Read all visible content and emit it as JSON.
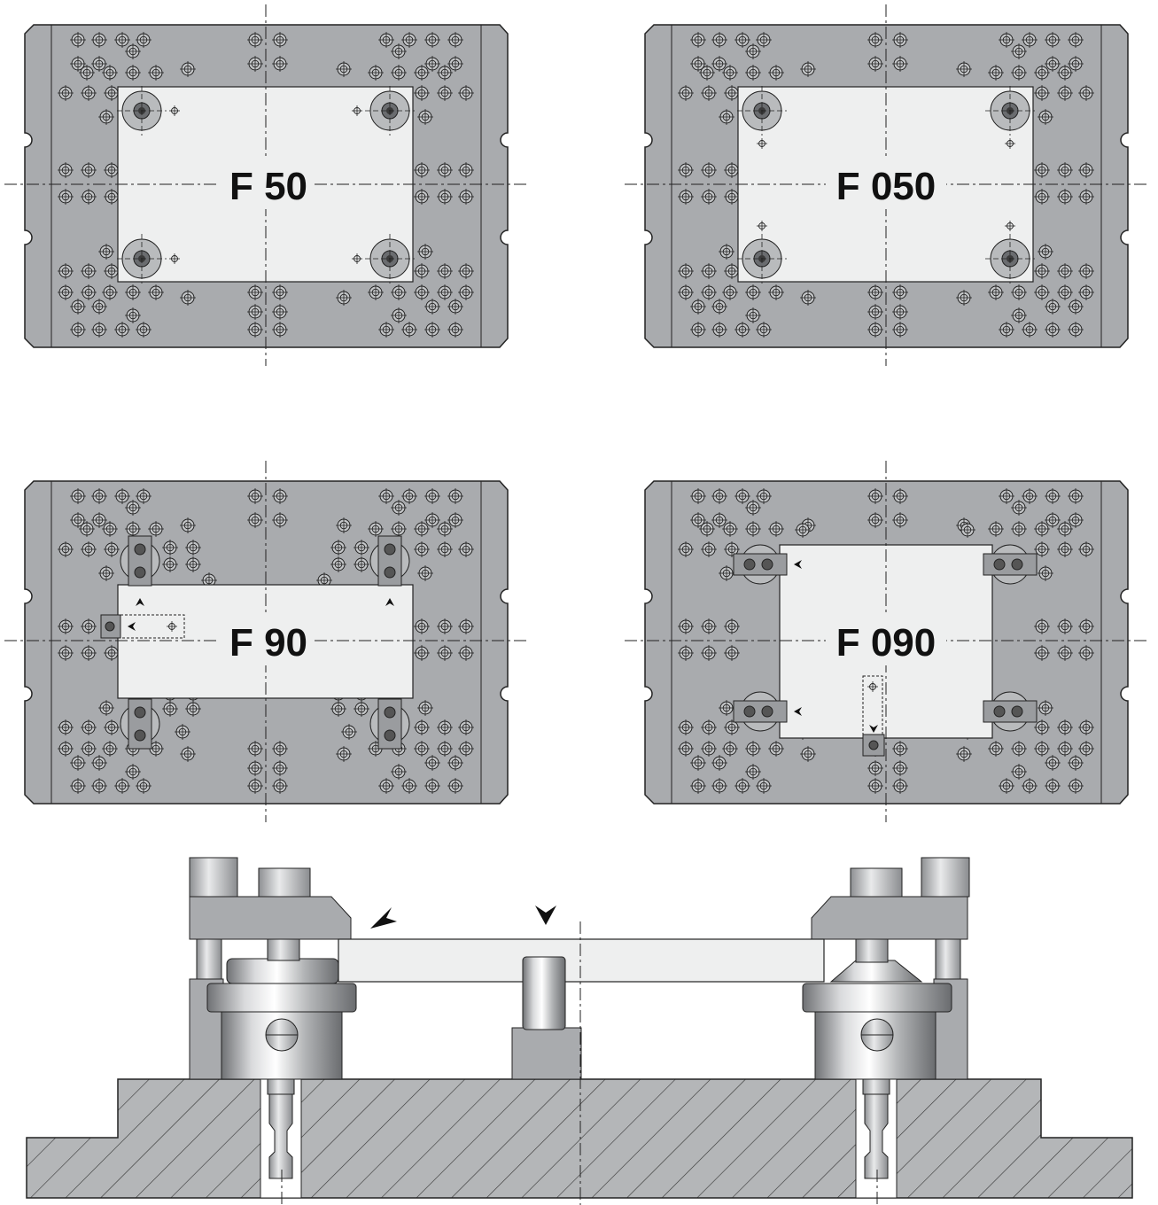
{
  "panels": [
    {
      "id": "f50",
      "label": "F 50"
    },
    {
      "id": "f050",
      "label": "F 050"
    },
    {
      "id": "f90",
      "label": "F 90"
    },
    {
      "id": "f090",
      "label": "F 090"
    }
  ],
  "colors": {
    "plate": "#a9abae",
    "plate_stroke": "#222222",
    "workpiece": "#eeefef",
    "hole": "#8f9194",
    "dark": "#333333",
    "hatch_bg": "#b4b6b8",
    "hatch_line": "#333333",
    "metal_light": "#e8e9ea",
    "metal_mid": "#b8babc",
    "metal_dark": "#7a7c7e"
  },
  "icons": [
    "crosshair-hole-icon",
    "clamp-arrow-icon",
    "pin-icon"
  ]
}
